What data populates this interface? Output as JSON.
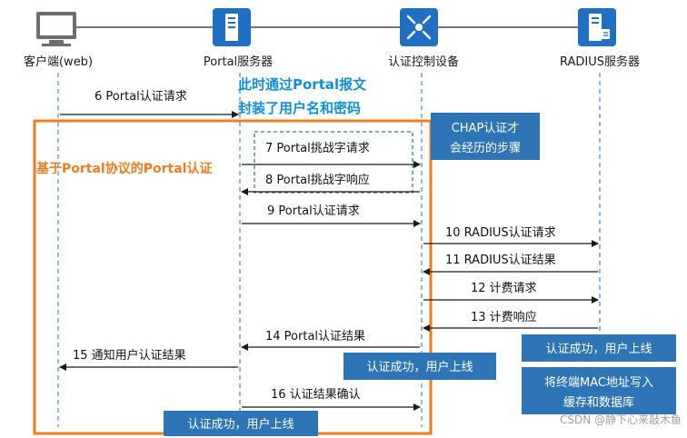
{
  "participants": [
    {
      "id": "client",
      "label": "客户端(web)",
      "icon": "computer-icon"
    },
    {
      "id": "portal",
      "label": "Portal服务器",
      "icon": "server-icon"
    },
    {
      "id": "device",
      "label": "认证控制设备",
      "icon": "network-switch-icon"
    },
    {
      "id": "radius",
      "label": "RADIUS服务器",
      "icon": "database-server-icon"
    }
  ],
  "messages": [
    {
      "label": "6 Portal认证请求",
      "from": "client",
      "to": "portal"
    },
    {
      "label": "7 Portal挑战字请求",
      "from": "portal",
      "to": "device"
    },
    {
      "label": "8 Portal挑战字响应",
      "from": "device",
      "to": "portal"
    },
    {
      "label": "9   Portal认证请求",
      "from": "portal",
      "to": "device"
    },
    {
      "label": "10 RADIUS认证请求",
      "from": "device",
      "to": "radius"
    },
    {
      "label": "11 RADIUS认证结果",
      "from": "radius",
      "to": "device"
    },
    {
      "label": "12 计费请求",
      "from": "device",
      "to": "radius"
    },
    {
      "label": "13 计费响应",
      "from": "radius",
      "to": "device"
    },
    {
      "label": "14 Portal认证结果",
      "from": "device",
      "to": "portal"
    },
    {
      "label": "15 通知用户认证结果",
      "from": "portal",
      "to": "client"
    },
    {
      "label": "16 认证结果确认",
      "from": "portal",
      "to": "device"
    }
  ],
  "notes": {
    "portal_encap_line1": "此时通过Portal报文",
    "portal_encap_line2": "封装了用户名和密码",
    "chap_line1": "CHAP认证才",
    "chap_line2": "会经历的步骤",
    "frame_title": "基于Portal协议的Portal认证",
    "success_radius": "认证成功，用户上线",
    "success_device": "认证成功，用户上线",
    "success_portal": "认证成功，用户上线",
    "mac_line1": "将终端MAC地址写入",
    "mac_line2": "缓存和数据库"
  },
  "watermark": "CSDN @静下心来敲木鱼",
  "colors": {
    "icon_blue": "#1f6fc5",
    "note_blue": "#2e75b6",
    "frame_orange": "#f07c1e",
    "lifeline": "#4a90d9",
    "arrow": "#1a1a1a"
  }
}
